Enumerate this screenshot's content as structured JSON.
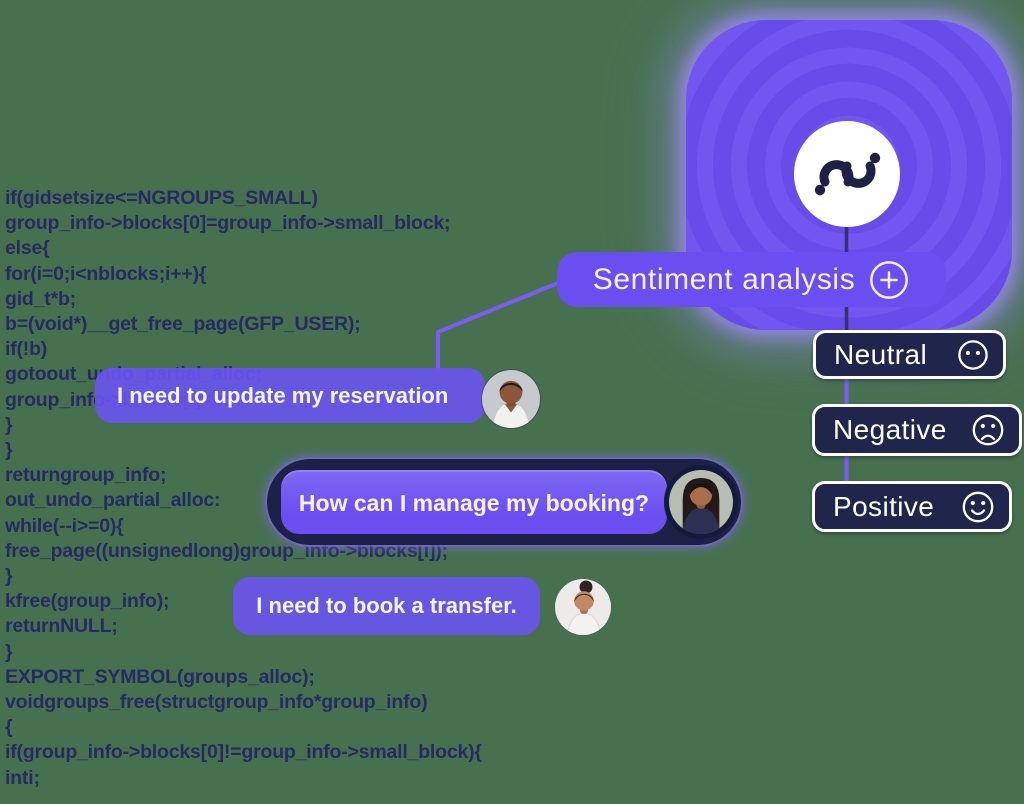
{
  "colors": {
    "background_green": "#47714e",
    "accent_purple": "#6a4ef0",
    "blob_purple": "#6b4ff0",
    "dark_navy": "#20254c",
    "code_navy": "#262a63",
    "white": "#ffffff"
  },
  "logo": {
    "name": "brand-wave-logo"
  },
  "analysis_label": {
    "text": "Sentiment analysis",
    "icon": "plus-circle-icon"
  },
  "sentiments": [
    {
      "label": "Neutral",
      "icon": "neutral-face-icon"
    },
    {
      "label": "Negative",
      "icon": "sad-face-icon"
    },
    {
      "label": "Positive",
      "icon": "happy-face-icon"
    }
  ],
  "messages": [
    {
      "text": "I need to update my reservation",
      "avatar": "man-short-hair",
      "highlighted": false
    },
    {
      "text": "How can I manage my booking?",
      "avatar": "woman-long-hair",
      "highlighted": true
    },
    {
      "text": "I need to book a transfer.",
      "avatar": "woman-hair-bun",
      "highlighted": false
    }
  ],
  "code_lines": [
    "if(gidsetsize<=NGROUPS_SMALL)",
    "group_info->blocks[0]=group_info->small_block;",
    "else{",
    "for(i=0;i<nblocks;i++){",
    "gid_t*b;",
    "b=(void*)__get_free_page(GFP_USER);",
    "if(!b)",
    "gotoout_undo_partial_alloc;",
    "group_info->blocks[i]=b;",
    "}",
    "}",
    "returngroup_info;",
    "out_undo_partial_alloc:",
    "while(--i>=0){",
    "free_page((unsignedlong)group_info->blocks[i]);",
    "}",
    "kfree(group_info);",
    "returnNULL;",
    "}",
    "EXPORT_SYMBOL(groups_alloc);",
    "voidgroups_free(structgroup_info*group_info)",
    "{",
    "if(group_info->blocks[0]!=group_info->small_block){",
    "inti;"
  ]
}
